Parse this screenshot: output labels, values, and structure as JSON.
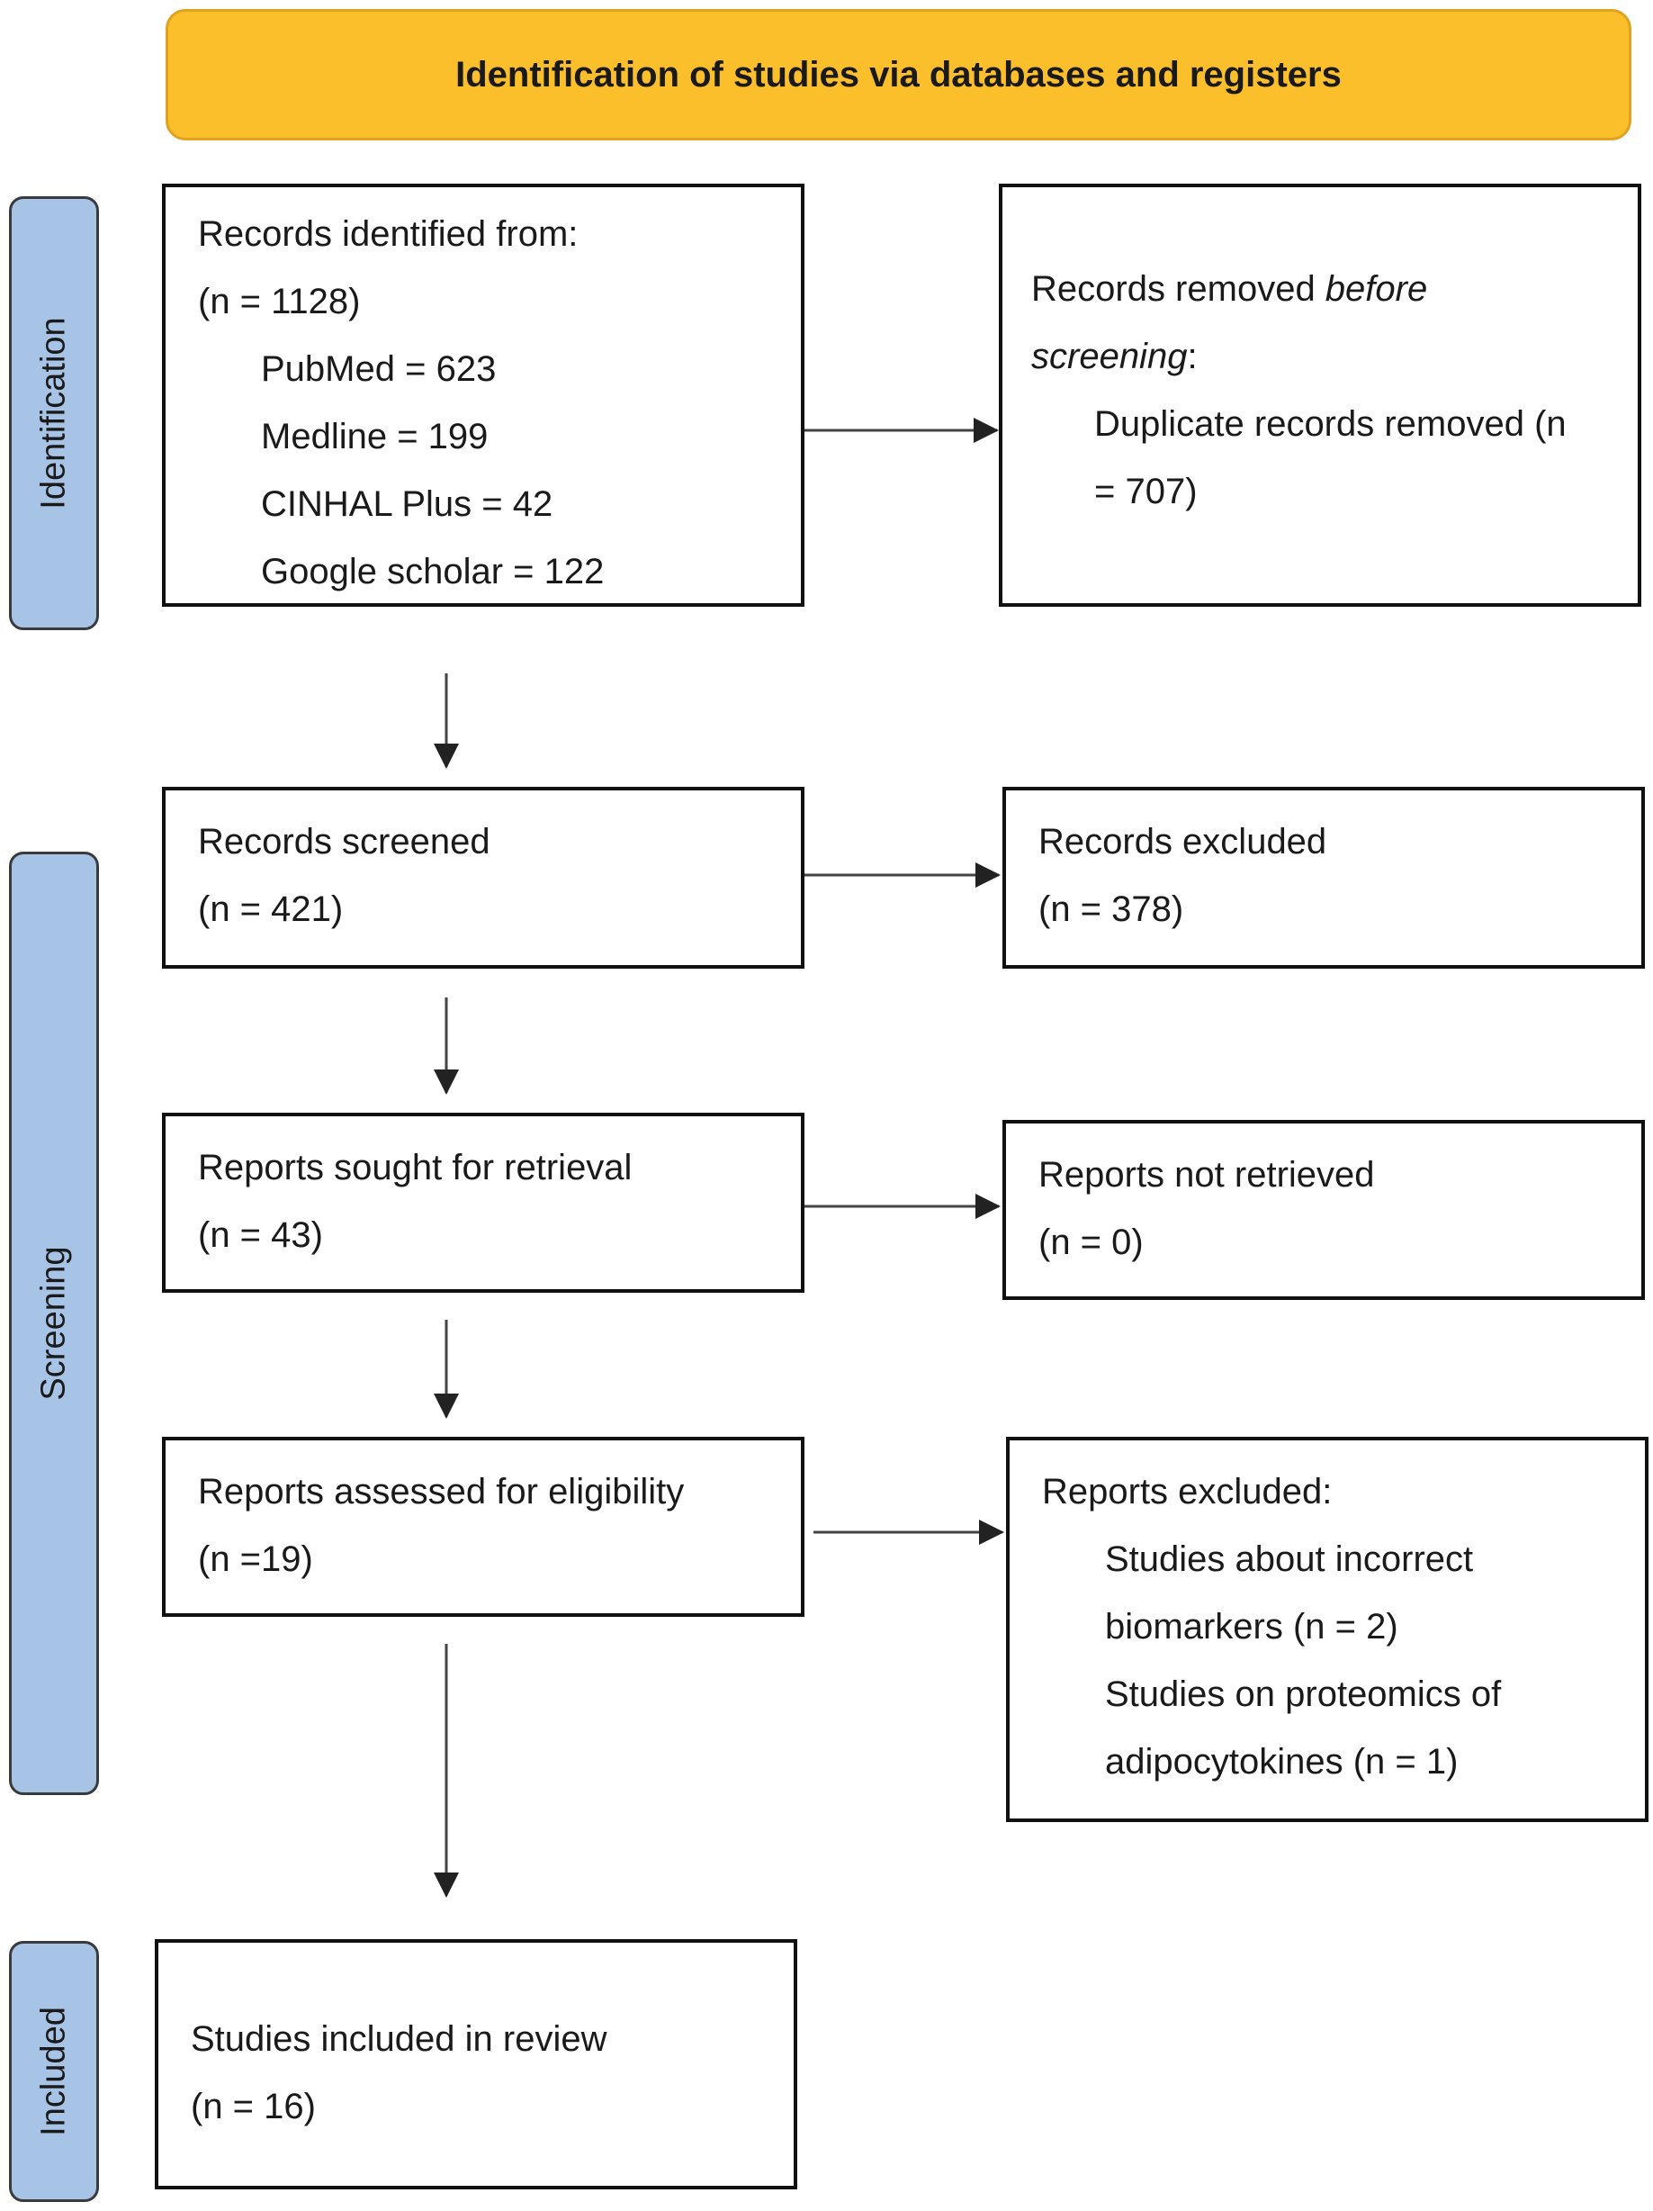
{
  "header": {
    "title": "Identification of studies via databases and registers"
  },
  "phases": {
    "identification": "Identification",
    "screening": "Screening",
    "included": "Included"
  },
  "identified": {
    "title": "Records identified from:",
    "count": "(n = 1128)",
    "sources": [
      "PubMed = 623",
      "Medline = 199",
      "CINHAL Plus = 42",
      "Google scholar = 122"
    ]
  },
  "removed": {
    "title_start": "Records removed ",
    "title_italic": "before",
    "title_italic2": "screening",
    "title_colon": ":",
    "detail_line1": "Duplicate records removed (n",
    "detail_line2": "= 707)"
  },
  "screened": {
    "title": "Records screened",
    "count": "(n = 421)"
  },
  "excluded": {
    "title": "Records excluded",
    "count": "(n = 378)"
  },
  "sought": {
    "title": "Reports sought for retrieval",
    "count": "(n = 43)"
  },
  "not_retrieved": {
    "title": "Reports not retrieved",
    "count": "(n = 0)"
  },
  "assessed": {
    "title": "Reports assessed for eligibility",
    "count": "(n =19)"
  },
  "reports_excluded": {
    "title": "Reports excluded:",
    "lines": [
      "Studies about incorrect",
      "biomarkers (n = 2)",
      "Studies on proteomics of",
      "adipocytokines (n = 1)"
    ]
  },
  "included": {
    "title": "Studies included in review",
    "count": "(n = 16)"
  }
}
